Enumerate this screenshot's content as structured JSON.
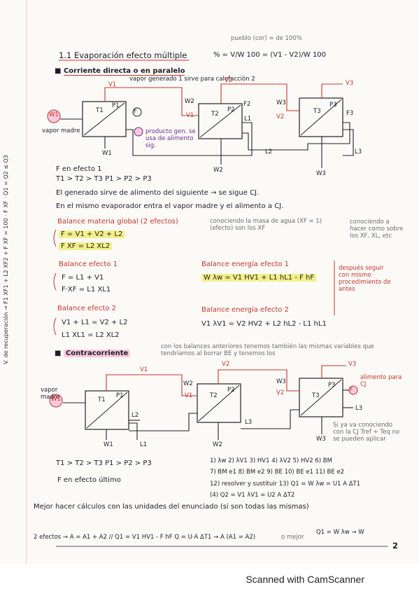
{
  "title": "1.1 Evaporación efecto múltiple",
  "title_formula": "% = V/W 100 = (V1 - V2)/W 100",
  "title_note": "pueblo (cor) = de 100%",
  "section_parallel": "Corriente directa o en paralelo",
  "diagram1": {
    "label_vapor_madre": "vapor madre",
    "label_W1_in": "W1",
    "label_note_top": "vapor generado 1 sirve para calefacción 2",
    "label_V1": "V1",
    "label_F": "F",
    "label_T1": "T1",
    "label_P1": "P1",
    "label_T2": "T2",
    "label_P2": "P2",
    "label_T3": "T3",
    "label_P3": "P3",
    "label_W2": "W2",
    "label_W2b": "V1",
    "label_V2": "V2",
    "label_F2": "F2",
    "label_L1": "L1",
    "label_W3": "W3",
    "label_V2b": "V2",
    "label_V3": "V3",
    "label_F3": "F3",
    "label_L2": "L2",
    "label_W1_out": "W1",
    "label_W2_out": "W2",
    "label_W3_out": "W3",
    "label_L3": "L3",
    "label_product": "producto gen. se usa de alimento sig."
  },
  "notes1": [
    "F en efecto 1",
    "T1 > T2 > T3     P1 > P2 > P3",
    "El generado sirve de alimento del siguiente → se sigue CJ.",
    "En el mismo evaporador entra el vapor madre y el alimento a CJ."
  ],
  "balance_header": "Balance materia global  (2 efectos)",
  "balance_side_note": "conociendo la masa de agua (XF = 1) (efecto) son los XF",
  "balance_margin_note": "conociendo a hacer como sobre los XF, XL, etc",
  "eq_global_1": "F = V1 + V2 + L2",
  "eq_global_2": "F XF = L2 XL2",
  "effect1_header": "Balance efecto 1",
  "effect1_eq1": "F = L1 + V1",
  "effect1_eq2": "F·XF = L1 XL1",
  "energy1_header": "Balance energía efecto 1",
  "energy1_eq": "W λw = V1 HV1 + L1 hL1 - F hF",
  "effect2_header": "Balance efecto 2",
  "effect2_eq1": "V1 + L1 = V2 + L2",
  "effect2_eq2": "L1 XL1 = L2 XL2",
  "energy2_header": "Balance energía efecto 2",
  "energy2_eq": "V1 λV1 = V2 HV2 + L2 hL2 - L1 hL1",
  "after_note": "después seguir con mismo procedimiento de antes",
  "section_counter": "Contracorriente",
  "counter_note": "con los balances anteriores tenemos también las mismas variables que tendríamos al borrar BE y tenemos los",
  "diagram2": {
    "label_vapor_madre": "vapor madre",
    "label_W": "W1",
    "label_V1": "V1",
    "label_P1": "P1",
    "label_T1": "T1",
    "label_L2": "L2",
    "label_W1_out": "W1",
    "label_L1": "L1",
    "label_V2": "V2",
    "label_W2": "W2",
    "label_V1b": "V1",
    "label_P2": "P2",
    "label_T2": "T2",
    "label_W2_out": "W2",
    "label_L3": "L3",
    "label_W3": "W3",
    "label_V2b": "V2",
    "label_P3": "P3",
    "label_T3": "T3",
    "label_V3": "V3",
    "label_F": "F",
    "label_alimento": "alimento para CJ",
    "label_W3_out": "W3",
    "label_L3b": "L3",
    "label_note_right": "Si ya va conociendo con la CJ Tref + Teq no se pueden aplicar"
  },
  "notes2": [
    "T1 > T2 > T3     P1 > P2 > P3",
    "F en efecto último"
  ],
  "steps": [
    "1) λw  2) λV1  3) HV1  4) λV2  5) HV2  6) BM",
    "7) BM e1  8) BM e2  9) BE  10) BE e1  11) BE e2",
    "12) resolver y sustituir  13) Q1 = W λw = U1 A ΔT1",
    "(4) Q2 = V1 λV1 = U2 A ΔT2"
  ],
  "bottom_note": "Mejor hacer cálculos con las unidades del enunciado (si son todas las mismas)",
  "bottom_formula": "2 efectos → A = A1 + A2  //  Q1 = V1 HV1 - F hF   Q = U·A ΔT1 → A  (A1 = A2)",
  "bottom_right": "Q1 = W λw → W",
  "bottom_right_note": "o mejor",
  "page_number": "2",
  "side_margin_text": "V. de recuperación → F1 XF1 + L2 XF2 + F XF = 100  ·  F XF  ·  Q1 = Q2 ≤ Q3",
  "footer": "Scanned with CamScanner"
}
